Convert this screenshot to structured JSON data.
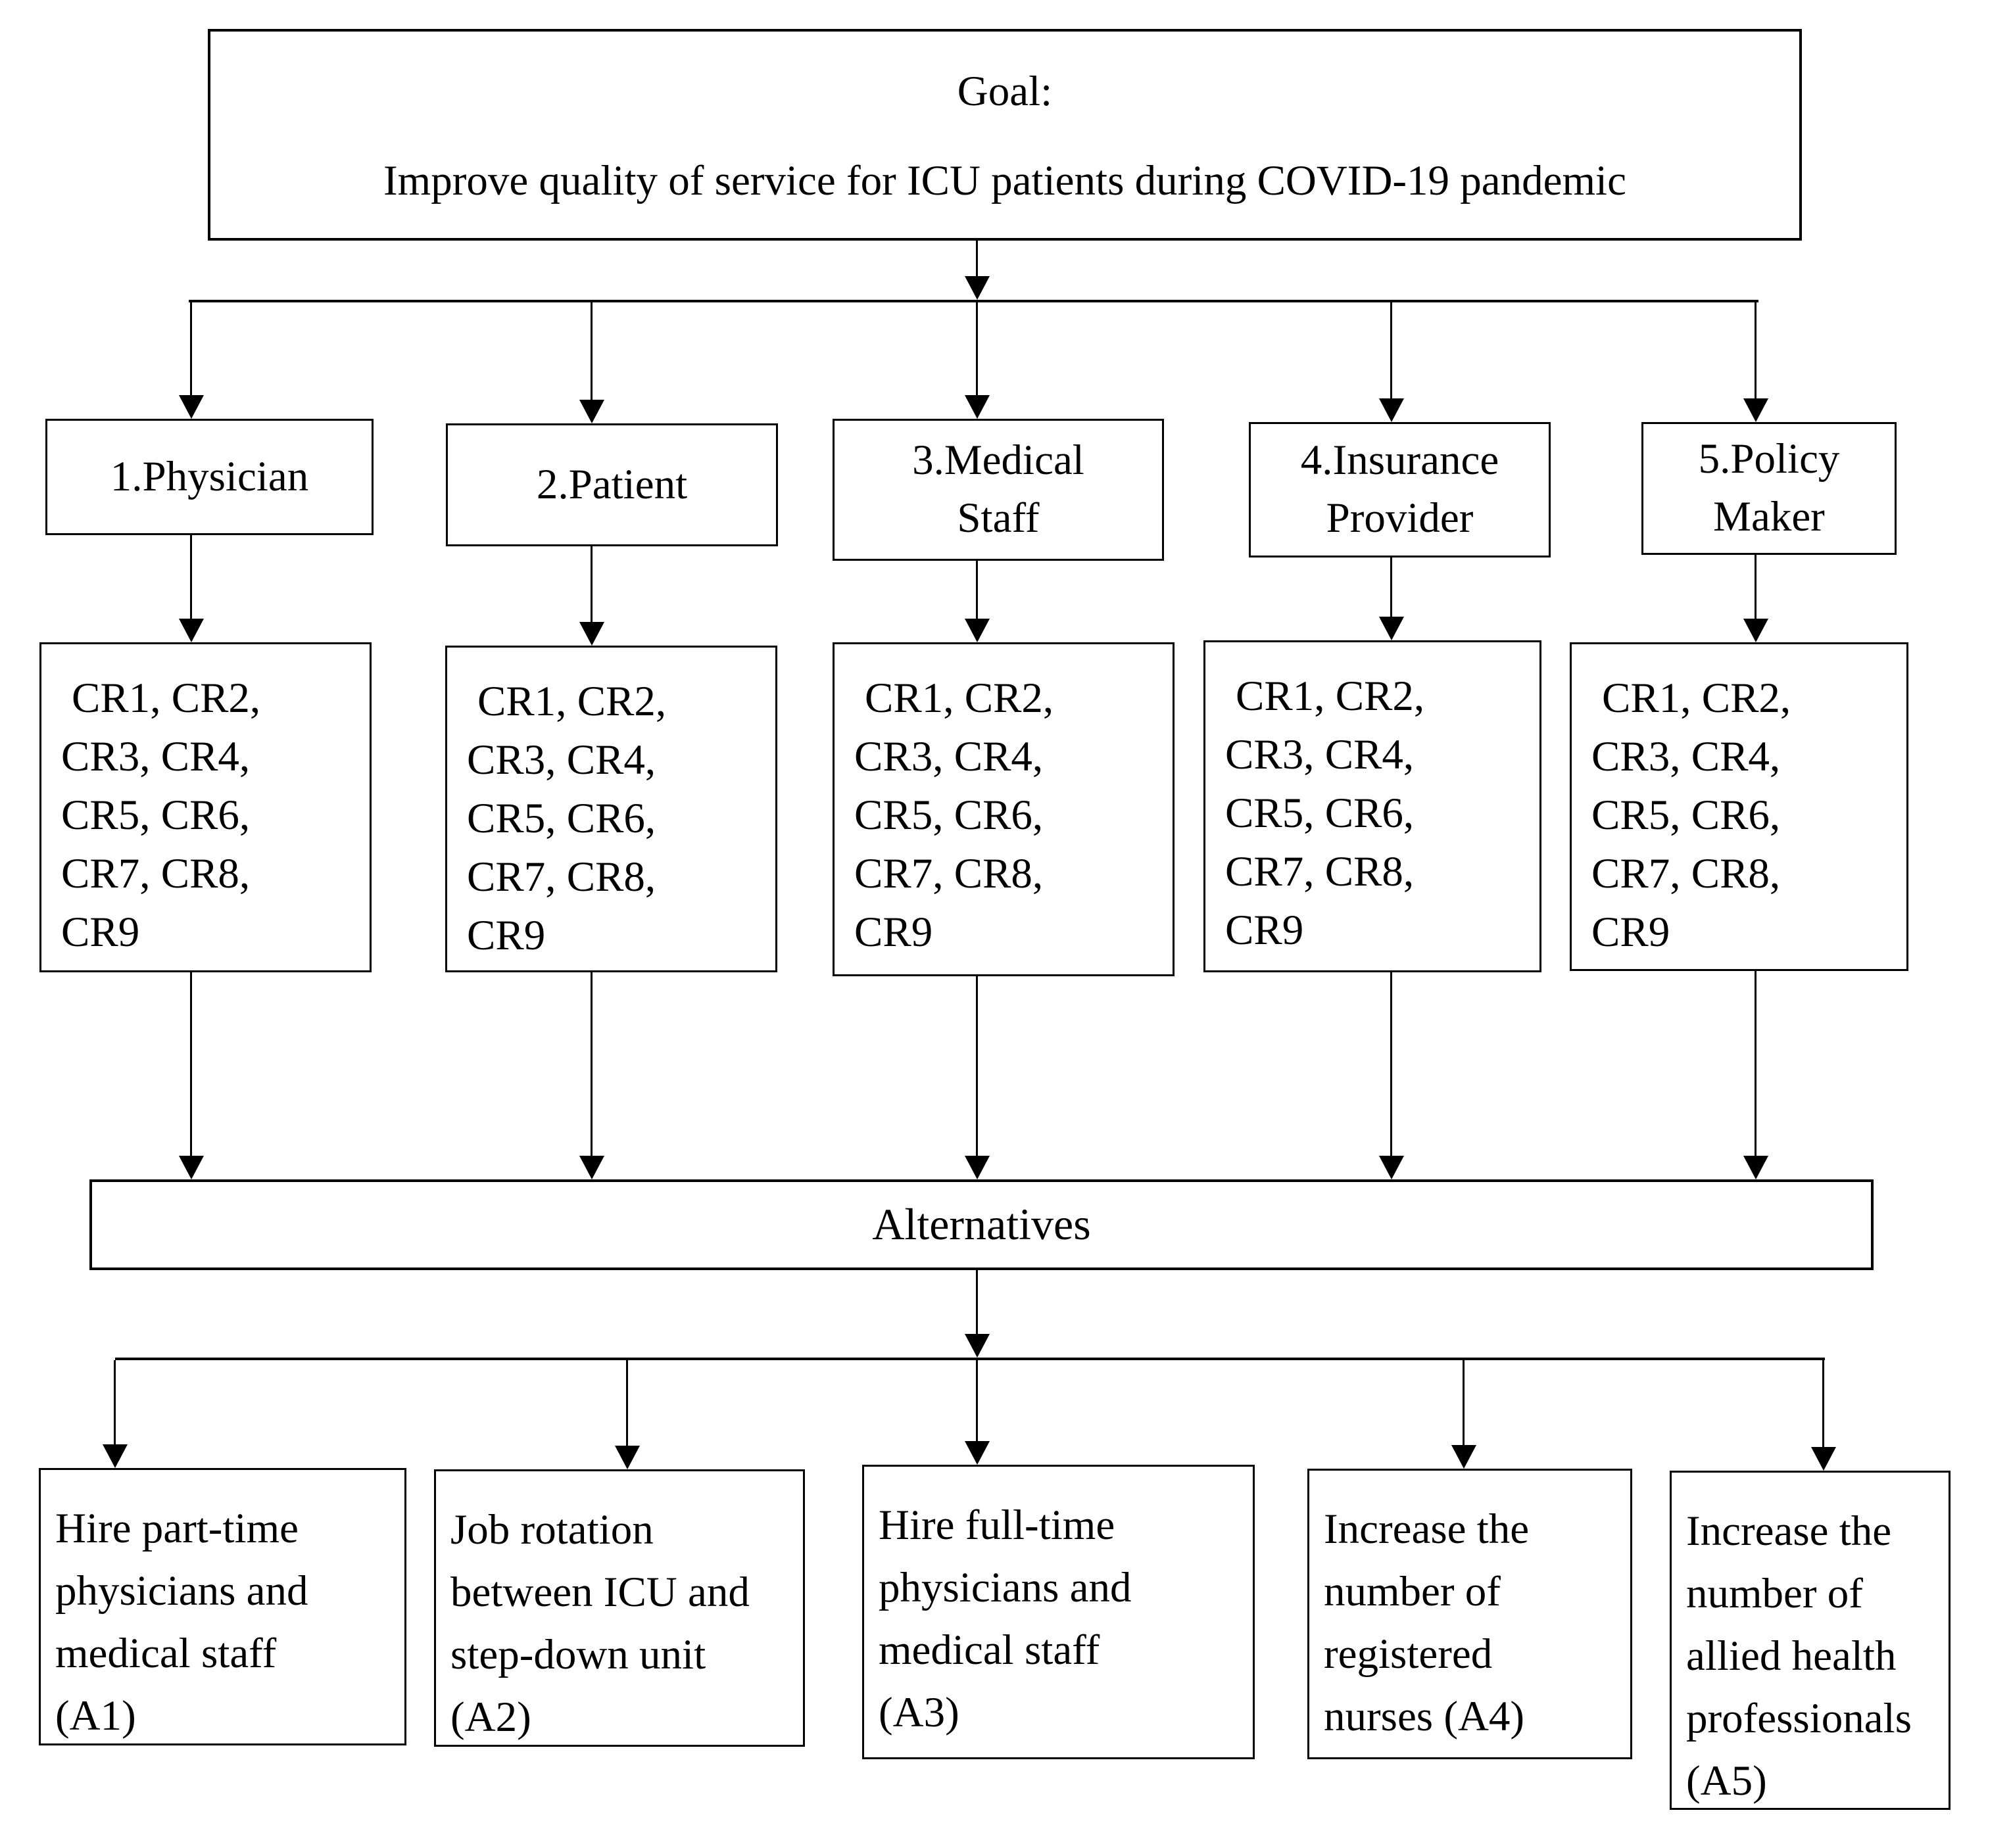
{
  "goal": {
    "title": "Goal:",
    "description": "Improve quality of service for ICU patients during COVID-19 pandemic"
  },
  "stakeholders": [
    {
      "label": "1.Physician"
    },
    {
      "label": "2.Patient"
    },
    {
      "label": "3.Medical\nStaff"
    },
    {
      "label": "4.Insurance\nProvider"
    },
    {
      "label": "5.Policy\nMaker"
    }
  ],
  "criteria": [
    {
      "text": "CR1, CR2,\nCR3, CR4,\nCR5, CR6,\nCR7, CR8,\nCR9"
    },
    {
      "text": "CR1, CR2,\nCR3, CR4,\nCR5, CR6,\nCR7, CR8,\nCR9"
    },
    {
      "text": "CR1, CR2,\nCR3, CR4,\nCR5, CR6,\nCR7, CR8,\nCR9"
    },
    {
      "text": "CR1, CR2,\nCR3, CR4,\nCR5, CR6,\nCR7, CR8,\nCR9"
    },
    {
      "text": "CR1, CR2,\nCR3, CR4,\nCR5, CR6,\nCR7, CR8,\nCR9"
    }
  ],
  "alternatives_header": "Alternatives",
  "alternatives": [
    {
      "label": "Hire part-time\nphysicians and\nmedical staff\n(A1)"
    },
    {
      "label": "Job rotation\nbetween ICU and\nstep-down unit\n(A2)"
    },
    {
      "label": "Hire full-time\nphysicians and\nmedical staff\n(A3)"
    },
    {
      "label": "Increase the\nnumber of\nregistered\nnurses (A4)"
    },
    {
      "label": "Increase the\nnumber of\nallied health\nprofessionals\n(A5)"
    }
  ],
  "colors": {
    "line": "#000000",
    "text": "#000000",
    "background": "#ffffff"
  }
}
